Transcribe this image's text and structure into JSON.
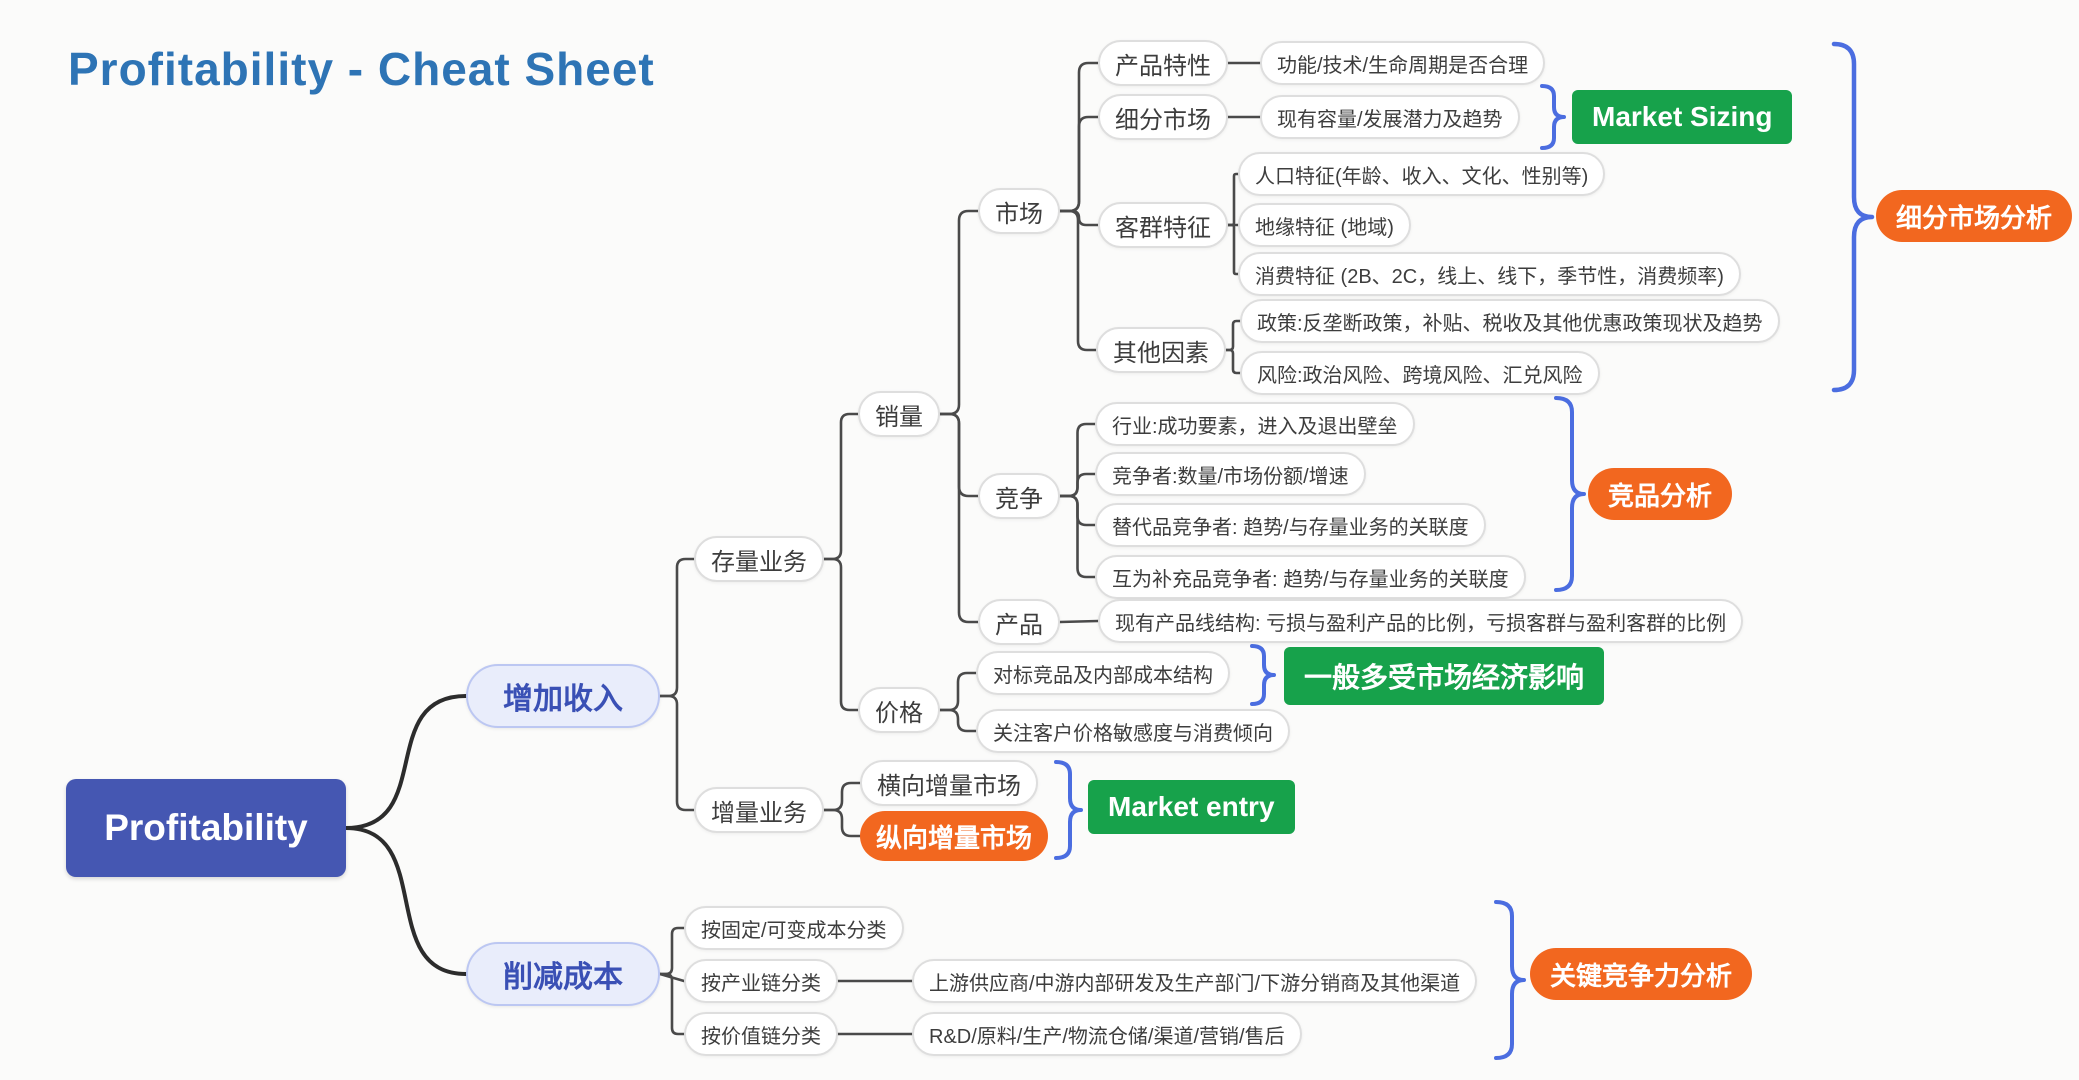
{
  "page": {
    "title": "Profitability - Cheat Sheet"
  },
  "colors": {
    "title_blue": "#2e74b5",
    "root_blue": "#4557b2",
    "branch_fill": "#e9edfb",
    "branch_text": "#3a50b5",
    "accent_orange": "#f2671f",
    "accent_green": "#17a24b",
    "brace_blue": "#4b6de0"
  },
  "nodes": {
    "root": {
      "label": "Profitability"
    },
    "increase_revenue": {
      "label": "增加收入"
    },
    "cut_costs": {
      "label": "削减成本"
    },
    "existing_business": {
      "label": "存量业务"
    },
    "incremental_business": {
      "label": "增量业务"
    },
    "sales_volume": {
      "label": "销量"
    },
    "price": {
      "label": "价格"
    },
    "market": {
      "label": "市场"
    },
    "competition": {
      "label": "竞争"
    },
    "product": {
      "label": "产品"
    },
    "product_traits": {
      "label": "产品特性"
    },
    "market_segment": {
      "label": "细分市场"
    },
    "customer_traits": {
      "label": "客群特征"
    },
    "other_factors": {
      "label": "其他因素"
    },
    "func_tech": {
      "label": "功能/技术/生命周期是否合理"
    },
    "capacity": {
      "label": "现有容量/发展潜力及趋势"
    },
    "market_sizing": {
      "label": "Market Sizing"
    },
    "demographic": {
      "label": "人口特征(年龄、收入、文化、性别等)"
    },
    "geographic": {
      "label": "地缘特征 (地域)"
    },
    "consumption": {
      "label": "消费特征 (2B、2C，线上、线下，季节性，消费频率)"
    },
    "policy": {
      "label": "政策:反垄断政策，补贴、税收及其他优惠政策现状及趋势"
    },
    "risk": {
      "label": "风险:政治风险、跨境风险、汇兑风险"
    },
    "segment_analysis": {
      "label": "细分市场分析"
    },
    "industry": {
      "label": "行业:成功要素，进入及退出壁垒"
    },
    "competitors": {
      "label": "竞争者:数量/市场份额/增速"
    },
    "substitutes": {
      "label": "替代品竞争者: 趋势/与存量业务的关联度"
    },
    "complements": {
      "label": "互为补充品竞争者: 趋势/与存量业务的关联度"
    },
    "competitor_analysis": {
      "label": "竞品分析"
    },
    "product_line": {
      "label": "现有产品线结构: 亏损与盈利产品的比例，亏损客群与盈利客群的比例"
    },
    "benchmark": {
      "label": "对标竞品及内部成本结构"
    },
    "economy_note": {
      "label": "一般多受市场经济影响"
    },
    "price_sensitivity": {
      "label": "关注客户价格敏感度与消费倾向"
    },
    "horizontal_market": {
      "label": "横向增量市场"
    },
    "vertical_market": {
      "label": "纵向增量市场"
    },
    "market_entry": {
      "label": "Market entry"
    },
    "fixed_variable": {
      "label": "按固定/可变成本分类"
    },
    "industry_chain": {
      "label": "按产业链分类"
    },
    "upstream": {
      "label": "上游供应商/中游内部研发及生产部门/下游分销商及其他渠道"
    },
    "value_chain": {
      "label": "按价值链分类"
    },
    "rnd": {
      "label": "R&D/原料/生产/物流仓储/渠道/营销/售后"
    },
    "key_competitiveness": {
      "label": "关键竞争力分析"
    }
  },
  "edges": [
    {
      "from": "root",
      "to": "increase_revenue",
      "type": "trunk"
    },
    {
      "from": "root",
      "to": "cut_costs",
      "type": "trunk"
    },
    {
      "from": "increase_revenue",
      "to": "existing_business",
      "type": "elbow"
    },
    {
      "from": "increase_revenue",
      "to": "incremental_business",
      "type": "elbow"
    },
    {
      "from": "existing_business",
      "to": "sales_volume",
      "type": "elbow"
    },
    {
      "from": "existing_business",
      "to": "price",
      "type": "elbow"
    },
    {
      "from": "sales_volume",
      "to": "market",
      "type": "elbow"
    },
    {
      "from": "sales_volume",
      "to": "competition",
      "type": "elbow"
    },
    {
      "from": "sales_volume",
      "to": "product",
      "type": "elbow"
    },
    {
      "from": "market",
      "to": "product_traits",
      "type": "elbow"
    },
    {
      "from": "market",
      "to": "market_segment",
      "type": "elbow"
    },
    {
      "from": "market",
      "to": "customer_traits",
      "type": "elbow"
    },
    {
      "from": "market",
      "to": "other_factors",
      "type": "elbow"
    },
    {
      "from": "product_traits",
      "to": "func_tech",
      "type": "elbow"
    },
    {
      "from": "market_segment",
      "to": "capacity",
      "type": "elbow"
    },
    {
      "from": "customer_traits",
      "to": "demographic",
      "type": "elbow"
    },
    {
      "from": "customer_traits",
      "to": "geographic",
      "type": "elbow"
    },
    {
      "from": "customer_traits",
      "to": "consumption",
      "type": "elbow"
    },
    {
      "from": "other_factors",
      "to": "policy",
      "type": "elbow"
    },
    {
      "from": "other_factors",
      "to": "risk",
      "type": "elbow"
    },
    {
      "from": "competition",
      "to": "industry",
      "type": "elbow"
    },
    {
      "from": "competition",
      "to": "competitors",
      "type": "elbow"
    },
    {
      "from": "competition",
      "to": "substitutes",
      "type": "elbow"
    },
    {
      "from": "competition",
      "to": "complements",
      "type": "elbow"
    },
    {
      "from": "product",
      "to": "product_line",
      "type": "elbow"
    },
    {
      "from": "price",
      "to": "benchmark",
      "type": "elbow"
    },
    {
      "from": "price",
      "to": "price_sensitivity",
      "type": "elbow"
    },
    {
      "from": "incremental_business",
      "to": "horizontal_market",
      "type": "elbow"
    },
    {
      "from": "incremental_business",
      "to": "vertical_market",
      "type": "elbow"
    },
    {
      "from": "cut_costs",
      "to": "fixed_variable",
      "type": "elbow"
    },
    {
      "from": "cut_costs",
      "to": "industry_chain",
      "type": "elbow"
    },
    {
      "from": "cut_costs",
      "to": "value_chain",
      "type": "elbow"
    },
    {
      "from": "industry_chain",
      "to": "upstream",
      "type": "elbow"
    },
    {
      "from": "value_chain",
      "to": "rnd",
      "type": "elbow"
    }
  ]
}
